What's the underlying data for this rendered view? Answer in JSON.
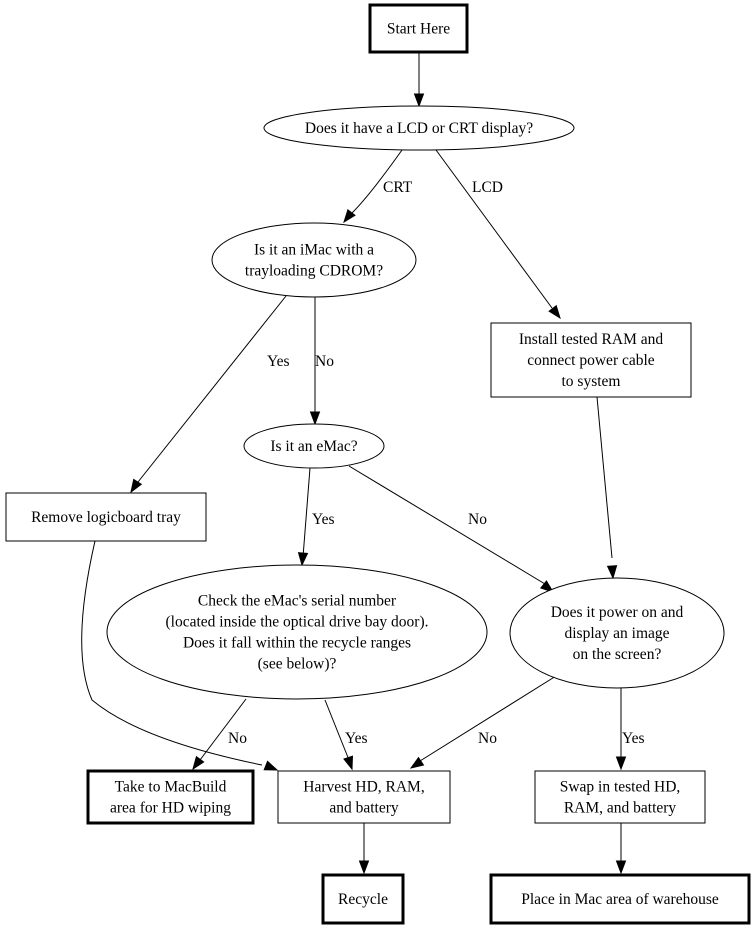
{
  "diagram": {
    "type": "flowchart",
    "nodes": {
      "start": {
        "lines": [
          "Start Here"
        ],
        "shape": "box-terminal"
      },
      "display": {
        "lines": [
          "Does it have a LCD or CRT display?"
        ],
        "shape": "ellipse"
      },
      "imac": {
        "lines": [
          "Is it an iMac with a",
          "trayloading CDROM?"
        ],
        "shape": "ellipse"
      },
      "install": {
        "lines": [
          "Install tested RAM and",
          "connect power cable",
          "to system"
        ],
        "shape": "box"
      },
      "emac": {
        "lines": [
          "Is it an eMac?"
        ],
        "shape": "ellipse"
      },
      "remove": {
        "lines": [
          "Remove logicboard tray"
        ],
        "shape": "box"
      },
      "serial": {
        "lines": [
          "Check the eMac's serial number",
          "(located inside the optical drive bay door).",
          "Does it fall within the recycle ranges",
          "(see below)?"
        ],
        "shape": "ellipse"
      },
      "power": {
        "lines": [
          "Does it power on and",
          "display an image",
          "on the screen?"
        ],
        "shape": "ellipse"
      },
      "macbuild": {
        "lines": [
          "Take to MacBuild",
          "area for HD wiping"
        ],
        "shape": "box-terminal"
      },
      "harvest": {
        "lines": [
          "Harvest HD, RAM,",
          "and battery"
        ],
        "shape": "box"
      },
      "swap": {
        "lines": [
          "Swap in tested HD,",
          "RAM, and battery"
        ],
        "shape": "box"
      },
      "recycle": {
        "lines": [
          "Recycle"
        ],
        "shape": "box-terminal"
      },
      "warehouse": {
        "lines": [
          "Place in Mac area of warehouse"
        ],
        "shape": "box-terminal"
      }
    },
    "edges": [
      {
        "from": "start",
        "to": "display",
        "label": ""
      },
      {
        "from": "display",
        "to": "imac",
        "label": "CRT"
      },
      {
        "from": "display",
        "to": "install",
        "label": "LCD"
      },
      {
        "from": "imac",
        "to": "remove",
        "label": "Yes"
      },
      {
        "from": "imac",
        "to": "emac",
        "label": "No"
      },
      {
        "from": "install",
        "to": "power",
        "label": ""
      },
      {
        "from": "emac",
        "to": "serial",
        "label": "Yes"
      },
      {
        "from": "emac",
        "to": "power",
        "label": "No"
      },
      {
        "from": "remove",
        "to": "harvest",
        "label": ""
      },
      {
        "from": "serial",
        "to": "macbuild",
        "label": "No"
      },
      {
        "from": "serial",
        "to": "harvest",
        "label": "Yes"
      },
      {
        "from": "power",
        "to": "harvest",
        "label": "No"
      },
      {
        "from": "power",
        "to": "swap",
        "label": "Yes"
      },
      {
        "from": "harvest",
        "to": "recycle",
        "label": ""
      },
      {
        "from": "swap",
        "to": "warehouse",
        "label": ""
      }
    ]
  }
}
